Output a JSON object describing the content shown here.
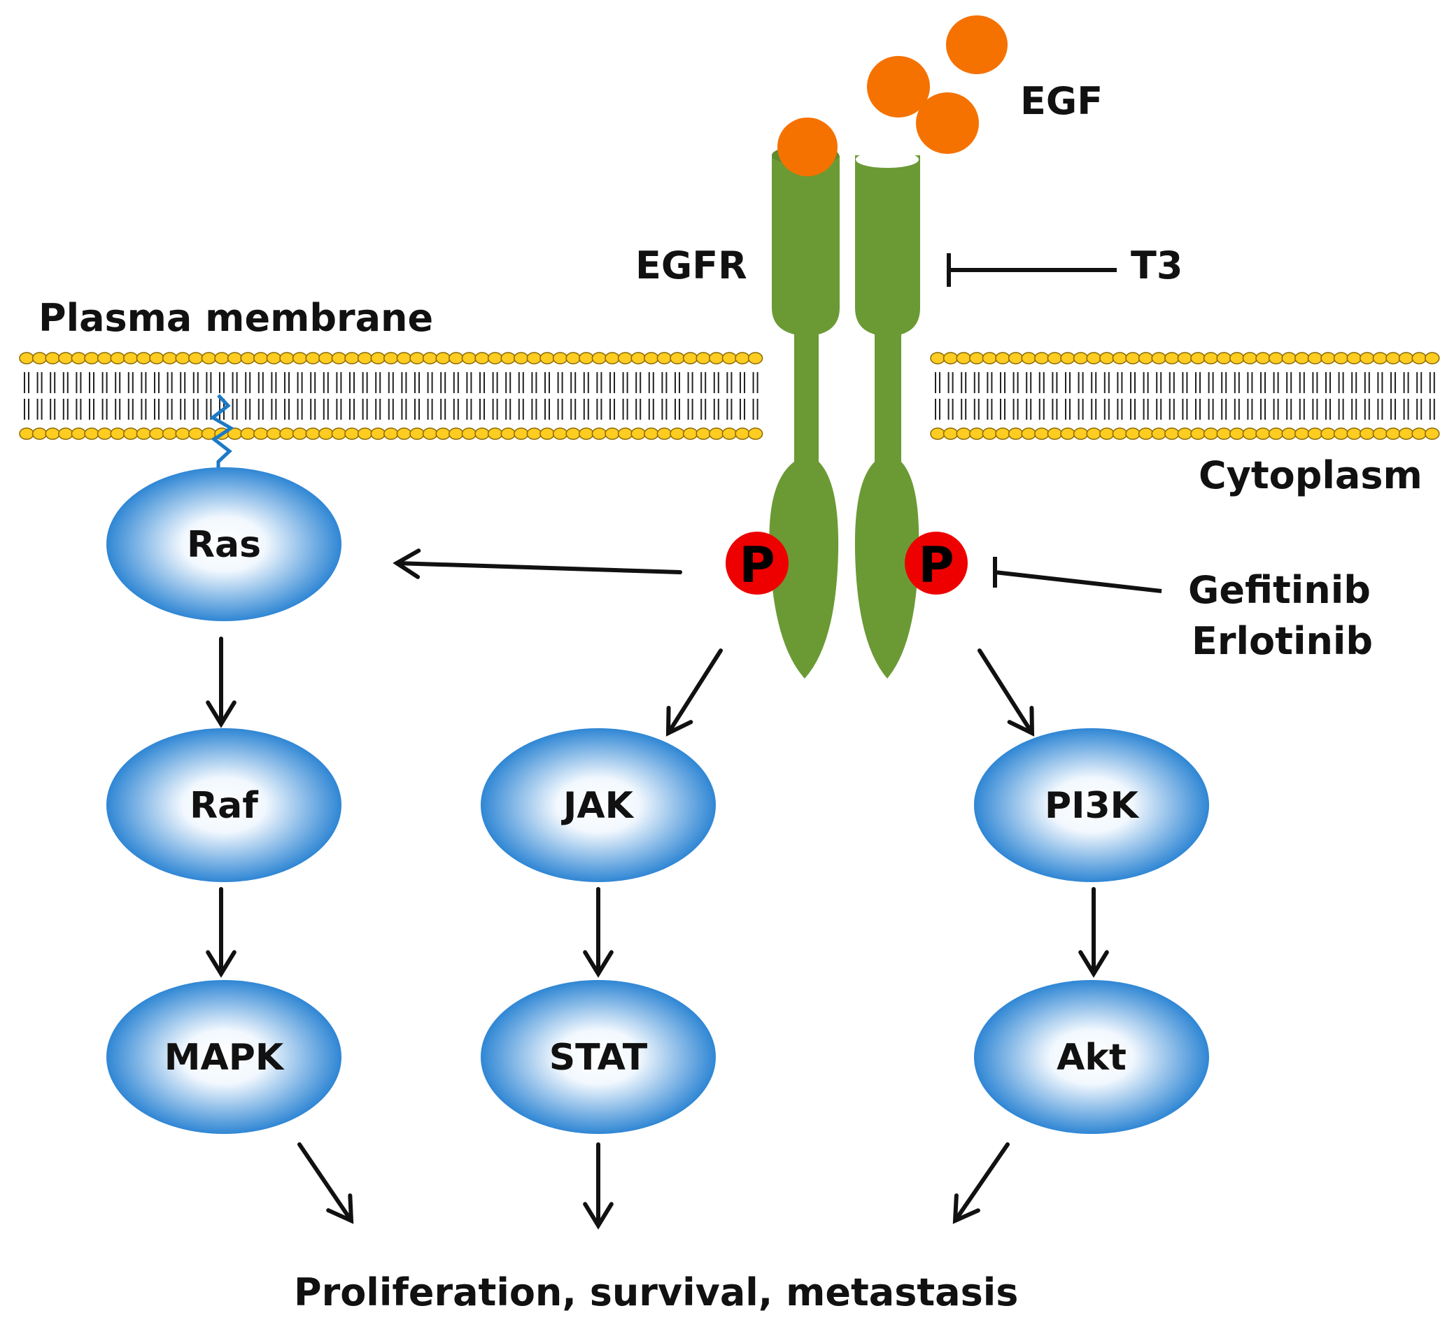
{
  "colors": {
    "receptor": "#6b9a35",
    "ligand": "#f57200",
    "phospho": "#ee0000",
    "node_edge": "#2f86d4",
    "node_center": "#ffffff",
    "membrane_head": "#ffcc22",
    "membrane_outline": "#8a6a00",
    "anchor": "#1b7ac6",
    "text": "#111111"
  },
  "labels": {
    "egf": "EGF",
    "egfr": "EGFR",
    "t3": "T3",
    "plasma_membrane": "Plasma membrane",
    "cytoplasm": "Cytoplasm",
    "gefitinib": "Gefitinib",
    "erlotinib": "Erlotinib",
    "phospho": "P",
    "outcome": "Proliferation, survival, metastasis"
  },
  "nodes": {
    "ras": "Ras",
    "raf": "Raf",
    "mapk": "MAPK",
    "jak": "JAK",
    "stat": "STAT",
    "pi3k": "PI3K",
    "akt": "Akt"
  },
  "icons": {
    "activation": "arrow-icon",
    "inhibition": "inhibition-bar-icon",
    "ligand": "egf-ligand-icon",
    "lipid_anchor": "lipid-anchor-icon"
  }
}
